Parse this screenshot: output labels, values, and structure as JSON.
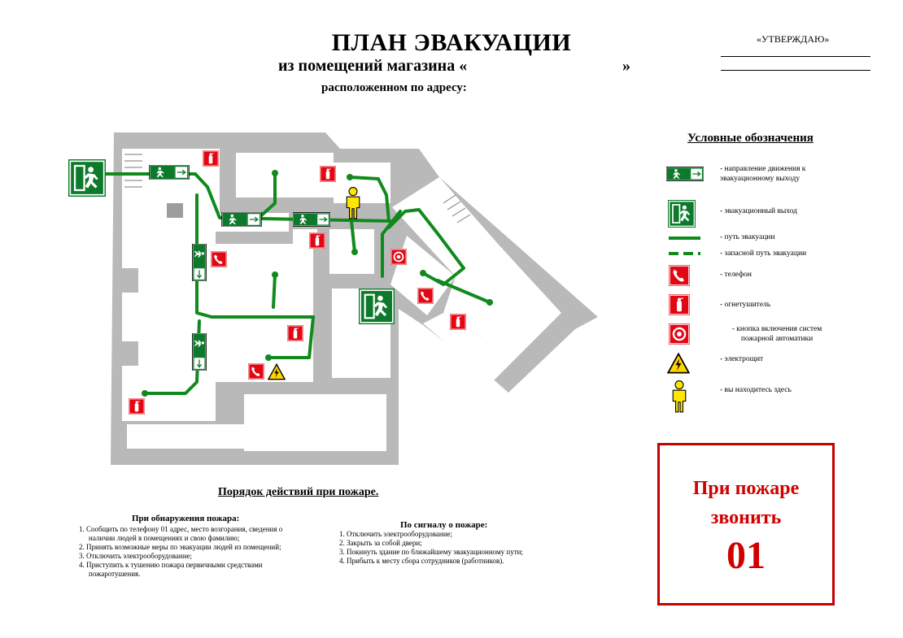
{
  "header": {
    "title": "ПЛАН ЭВАКУАЦИИ",
    "subtitle_start": "из помещений магазина «",
    "subtitle_end": "»",
    "address": "расположенном по адресу:",
    "approve": "«УТВЕРЖДАЮ»"
  },
  "legend": {
    "title": "Условные обозначения",
    "items": [
      {
        "icon": "exit-direction-sign-icon",
        "label": "- направление движения к эвакуационному выходу"
      },
      {
        "icon": "evacuation-exit-icon",
        "label": "- эвакуационный выход"
      },
      {
        "icon": "evacuation-path-icon",
        "label": "- путь эвакуации"
      },
      {
        "icon": "reserve-path-icon",
        "label": "- запасной путь эвакуации"
      },
      {
        "icon": "telephone-icon",
        "label": "- телефон"
      },
      {
        "icon": "fire-extinguisher-icon",
        "label": "- огнетушитель"
      },
      {
        "icon": "fire-alarm-button-icon",
        "label": "- кнопка включения систем пожарной автоматики"
      },
      {
        "icon": "electrical-panel-icon",
        "label": "- электрощит"
      },
      {
        "icon": "you-are-here-icon",
        "label": "- вы находитесь здесь"
      }
    ]
  },
  "procedure": {
    "title": "Порядок действий при пожаре.",
    "detection": {
      "title": "При обнаружения пожара:",
      "items": [
        "1. Сообщить по телефону 01 адрес, место возгорания, сведения о наличии людей в помещениях и свою фамилию;",
        "2. Принять возможные меры по эвакуации людей из помещений;",
        "3. Отключить электрооборудование;",
        "4. Приступить к тушению пожара первичными средствами пожаротушения."
      ]
    },
    "signal": {
      "title": "По сигналу о пожаре:",
      "items": [
        "1. Отключить электрооборудование;",
        "2. Закрыть за собой двери;",
        "3. Покинуть здание по ближайшему эвакуационному пути;",
        "4. Прибыть к месту сбора сотрудников (работников)."
      ]
    }
  },
  "fire_notice": {
    "line1": "При пожаре",
    "line2": "звонить",
    "number": "01"
  },
  "colors": {
    "path_green": "#118a1d",
    "sign_green": "#0c7a2a",
    "fire_red": "#d10000",
    "wall_gray": "#b9b9b9",
    "person_yellow": "#ffe600"
  }
}
